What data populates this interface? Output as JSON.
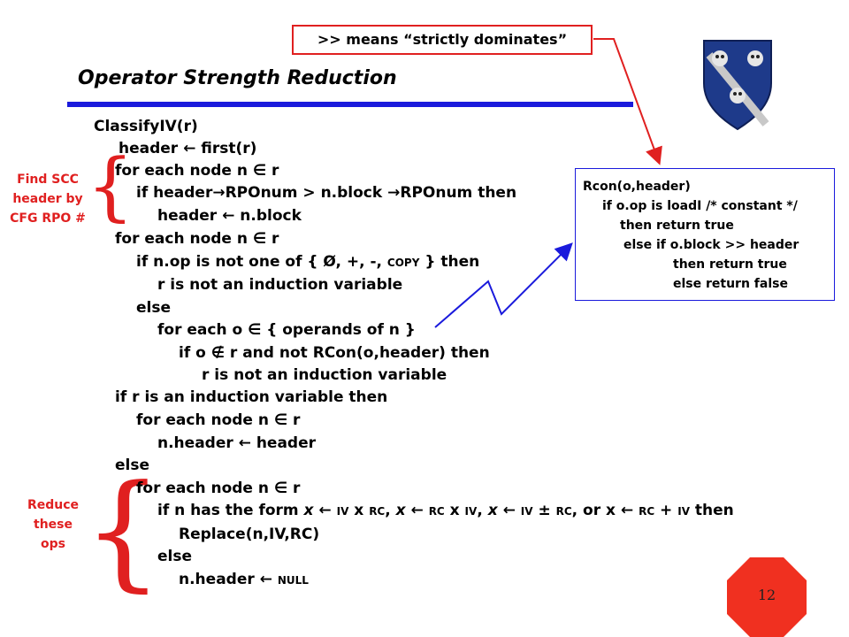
{
  "slide": {
    "title": "Operator Strength Reduction",
    "note": ">> means “strictly dominates”",
    "page_number": "12",
    "side_label_top": [
      "Find SCC",
      "header by",
      "CFG RPO #"
    ],
    "side_label_bottom": [
      "Reduce",
      "these",
      "ops"
    ],
    "code": {
      "l1": "ClassifyIV(r)",
      "l2": "header ← first(r)",
      "l3": "for each node n ∈ r",
      "l4": "if header→RPOnum > n.block →RPOnum then",
      "l5": "header ← n.block",
      "l6": "for each node n ∈ r",
      "l7a": "if n.op is not one of { Ø, +, -, ",
      "l7b": "COPY",
      "l7c": " } then",
      "l8": "r is not an induction variable",
      "l9": "else",
      "l10": "for each o ∈ { operands of n }",
      "l11": "if o ∉ r and not RCon(o,header) then",
      "l12": "r is not an induction variable",
      "l13": "if r is an induction variable then",
      "l14": "for each node n ∈ r",
      "l15": "n.header ← header",
      "l16": "else",
      "l17": "for each node n ∈ r",
      "l18": {
        "s1": "if n has the form ",
        "x1": "x",
        "a1": " ← ",
        "iv1": "IV",
        "s2": " x ",
        "rc1": "RC",
        "s3": ", ",
        "x2": "x",
        "a2": " ← ",
        "rc2": "RC",
        "s4": " x ",
        "iv2": "IV",
        "s5": ", ",
        "x3": "x",
        "a3": " ← ",
        "iv3": "IV",
        "s6": " ± ",
        "rc3": "RC",
        "s7": ", or x ",
        "a4": "← ",
        "rc4": "RC",
        "s8": " + ",
        "iv4": "IV",
        "s9": " then"
      },
      "l19": "Replace(n,IV,RC)",
      "l20": "else",
      "l21a": "n.header ← ",
      "l21b": "NULL"
    },
    "rcon_box": {
      "l1": "Rcon(o,header)",
      "l2": "if o.op is loadI  /* constant */",
      "l3": "then return true",
      "l4": "else if o.block >> header",
      "l5": "then return true",
      "l6": "else return false"
    },
    "colors": {
      "accent_blue": "#1a1adc",
      "accent_red": "#e02020",
      "stop_red": "#f03020",
      "shield_blue": "#1e3a8a"
    },
    "icons": [
      "rice-shield-logo-icon",
      "stop-octagon-icon"
    ]
  }
}
